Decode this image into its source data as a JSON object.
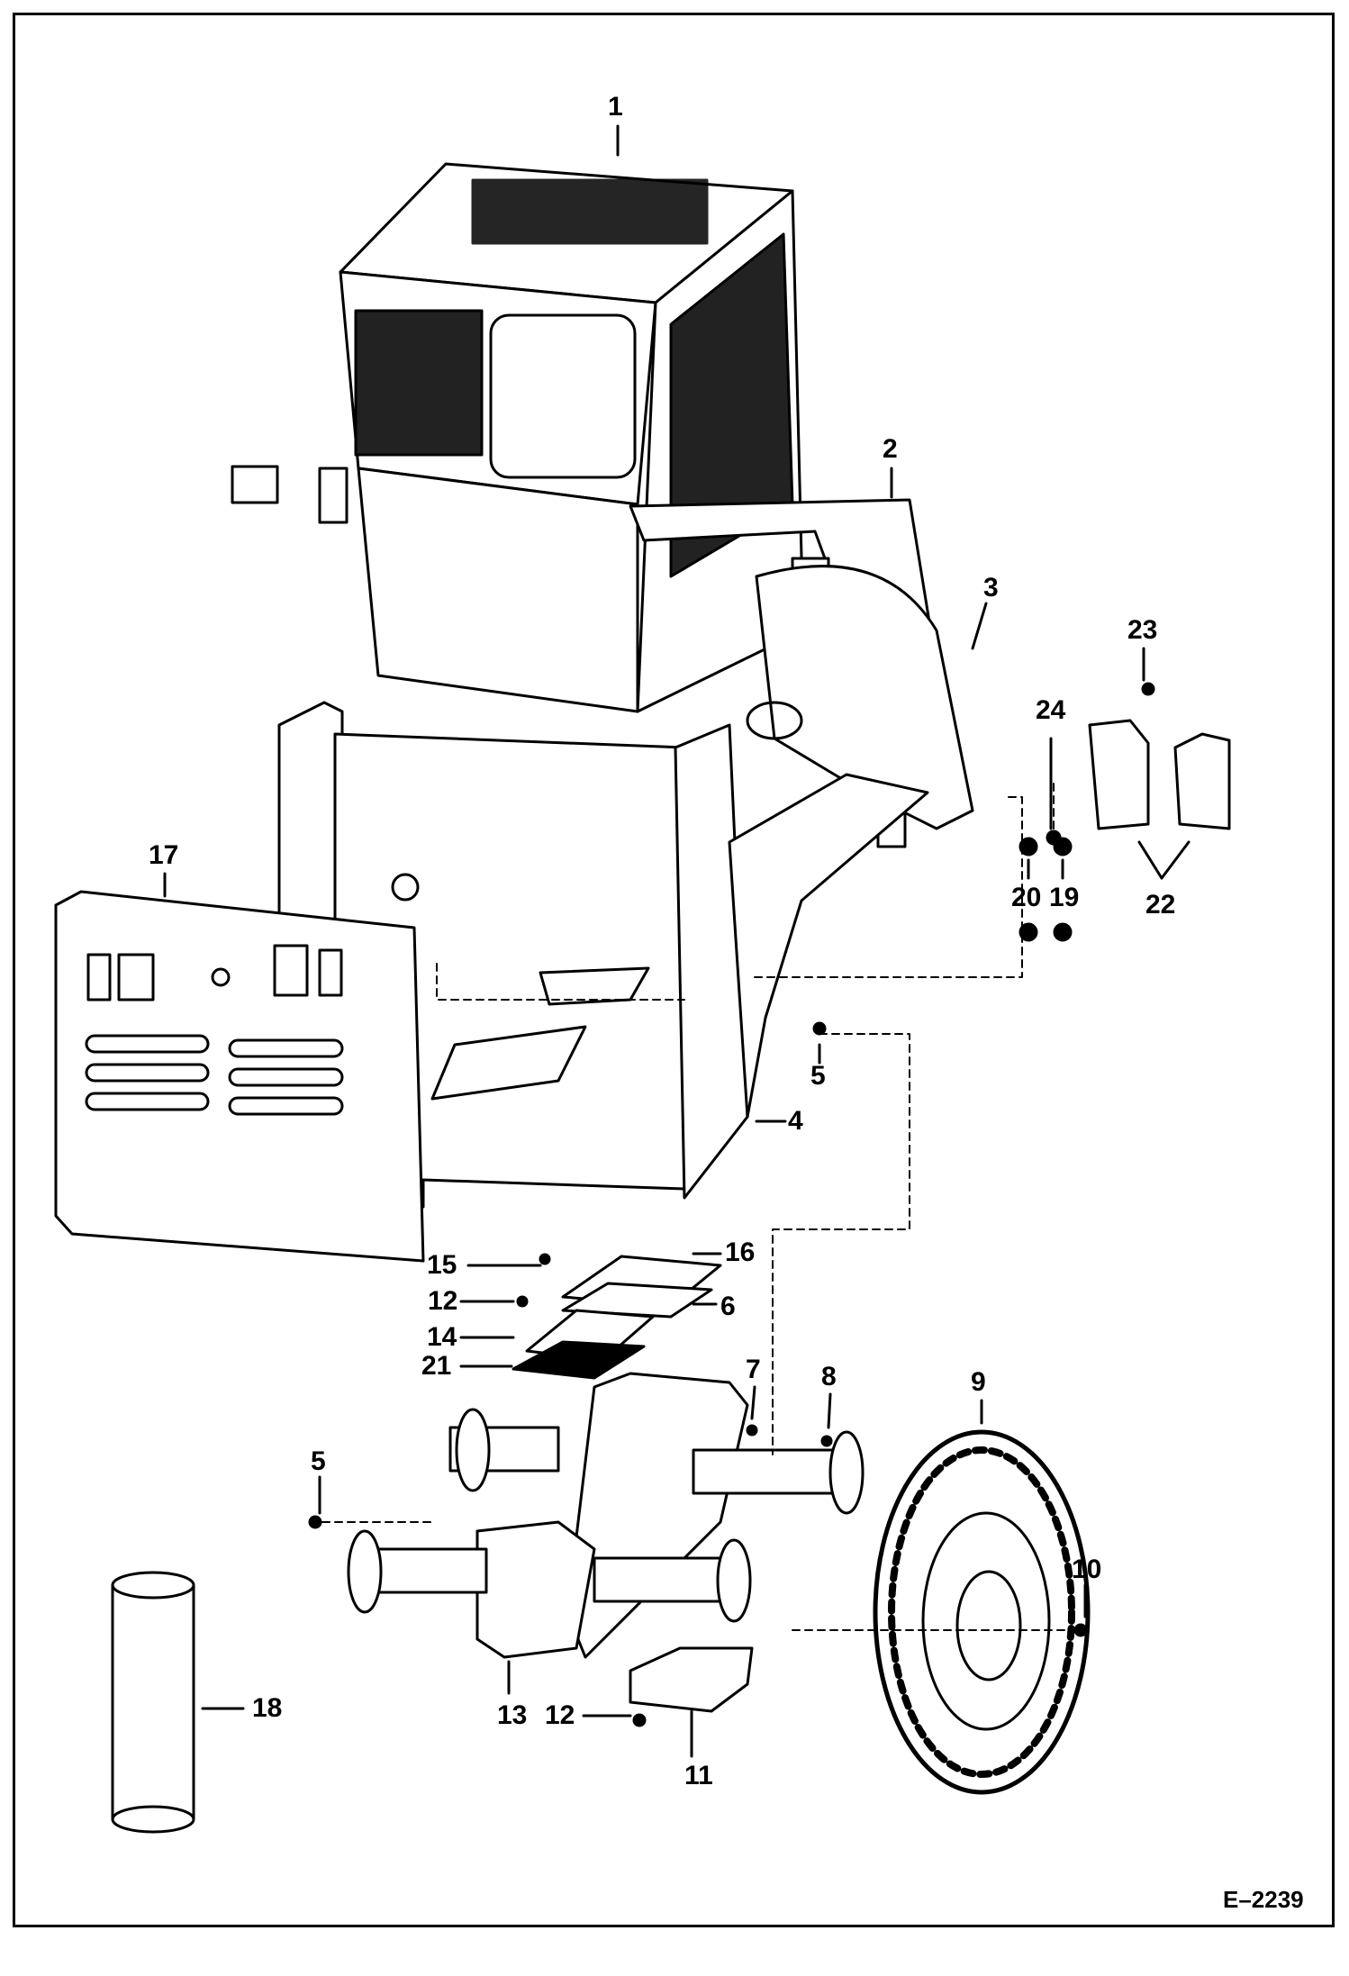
{
  "diagram": {
    "figure_code": "E–2239",
    "callouts": [
      "1",
      "2",
      "3",
      "4",
      "5",
      "5",
      "6",
      "7",
      "8",
      "9",
      "10",
      "11",
      "12",
      "12",
      "13",
      "14",
      "15",
      "16",
      "17",
      "18",
      "19",
      "20",
      "21",
      "22",
      "23",
      "24"
    ]
  }
}
